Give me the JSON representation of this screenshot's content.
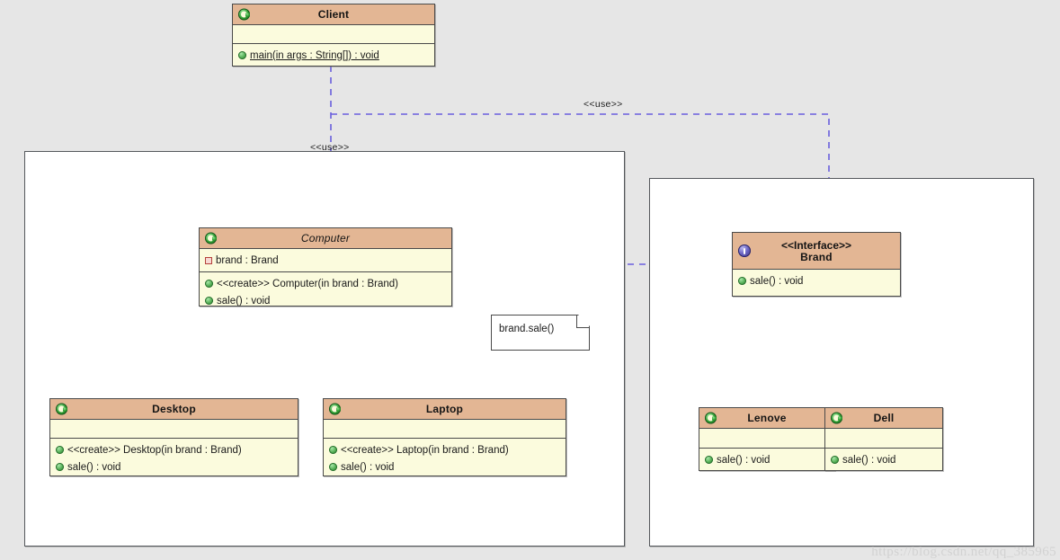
{
  "diagram": {
    "type": "uml-class-diagram",
    "background": "#e6e6e6",
    "header_color": "#e3b694",
    "body_color": "#fbfbdd",
    "edge_color": "#5b4fd6",
    "note_edge_color": "#e08090"
  },
  "classes": {
    "client": {
      "name": "Client",
      "icon": "class-icon",
      "attributes": [],
      "operations": [
        {
          "icon": "public-member-icon",
          "text": "main(in args : String[]) : void",
          "static": true
        }
      ]
    },
    "computer": {
      "name": "Computer",
      "abstract": true,
      "icon": "class-icon",
      "attributes": [
        {
          "icon": "private-attribute-icon",
          "text": "brand : Brand"
        }
      ],
      "operations": [
        {
          "icon": "public-member-icon",
          "text": "<<create>> Computer(in brand : Brand)"
        },
        {
          "icon": "public-member-icon",
          "text": "sale() : void"
        }
      ]
    },
    "desktop": {
      "name": "Desktop",
      "icon": "class-icon",
      "attributes": [],
      "operations": [
        {
          "icon": "public-member-icon",
          "text": "<<create>> Desktop(in brand : Brand)"
        },
        {
          "icon": "public-member-icon",
          "text": "sale() : void"
        }
      ]
    },
    "laptop": {
      "name": "Laptop",
      "icon": "class-icon",
      "attributes": [],
      "operations": [
        {
          "icon": "public-member-icon",
          "text": "<<create>> Laptop(in brand : Brand)"
        },
        {
          "icon": "public-member-icon",
          "text": "sale() : void"
        }
      ]
    },
    "brand": {
      "stereotype": "<<Interface>>",
      "name": "Brand",
      "icon": "interface-icon",
      "attributes": [],
      "operations": [
        {
          "icon": "public-member-icon",
          "text": "sale() : void"
        }
      ]
    },
    "lenove": {
      "name": "Lenove",
      "icon": "class-icon",
      "attributes": [],
      "operations": [
        {
          "icon": "public-member-icon",
          "text": "sale() : void"
        }
      ]
    },
    "dell": {
      "name": "Dell",
      "icon": "class-icon",
      "attributes": [],
      "operations": [
        {
          "icon": "public-member-icon",
          "text": "sale() : void"
        }
      ]
    }
  },
  "note": {
    "text": "brand.sale()"
  },
  "edge_labels": {
    "use_client_computer": "<<use>>",
    "use_client_brand": "<<use>>"
  },
  "relationships": [
    {
      "from": "Client",
      "to": "Computer",
      "kind": "dependency",
      "label": "<<use>>"
    },
    {
      "from": "Client",
      "to": "Brand",
      "kind": "dependency",
      "label": "<<use>>"
    },
    {
      "from": "Computer",
      "to": "Brand",
      "kind": "dependency",
      "label": ""
    },
    {
      "from": "Desktop",
      "to": "Computer",
      "kind": "generalization",
      "label": ""
    },
    {
      "from": "Laptop",
      "to": "Computer",
      "kind": "generalization",
      "label": ""
    },
    {
      "from": "Lenove",
      "to": "Brand",
      "kind": "realization",
      "label": ""
    },
    {
      "from": "Dell",
      "to": "Brand",
      "kind": "realization",
      "label": ""
    },
    {
      "from": "Computer",
      "to": "note",
      "kind": "note-anchor",
      "label": ""
    }
  ],
  "watermark": {
    "text": "https://blog.csdn.net/qq_385965"
  }
}
